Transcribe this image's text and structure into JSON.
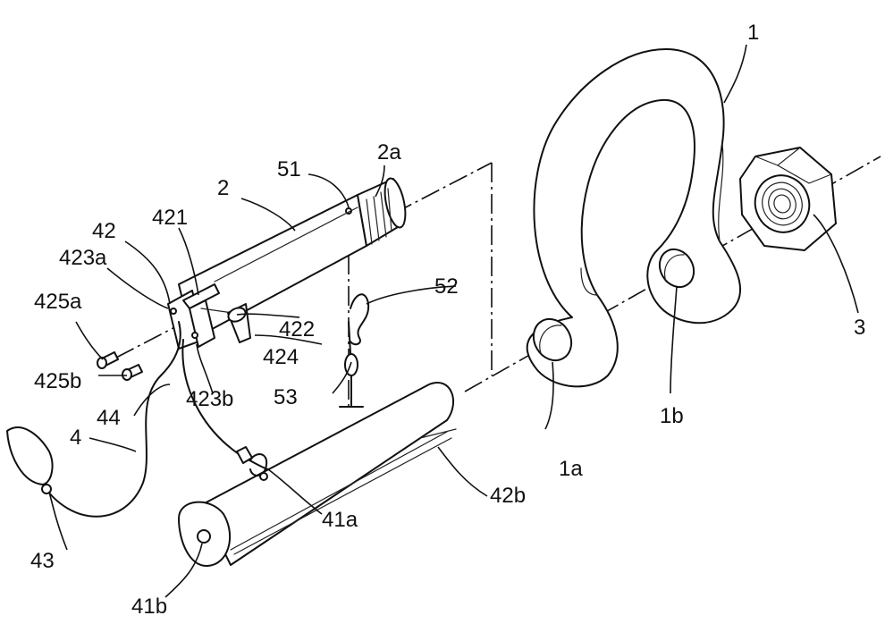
{
  "labels": {
    "l1": "1",
    "l1a": "1a",
    "l1b": "1b",
    "l2": "2",
    "l2a": "2a",
    "l3": "3",
    "l4": "4",
    "l41a": "41a",
    "l41b": "41b",
    "l42": "42",
    "l42b": "42b",
    "l421": "421",
    "l422": "422",
    "l423a": "423a",
    "l423b": "423b",
    "l424": "424",
    "l425a": "425a",
    "l425b": "425b",
    "l43": "43",
    "l44": "44",
    "l51": "51",
    "l52": "52",
    "l53": "53"
  }
}
